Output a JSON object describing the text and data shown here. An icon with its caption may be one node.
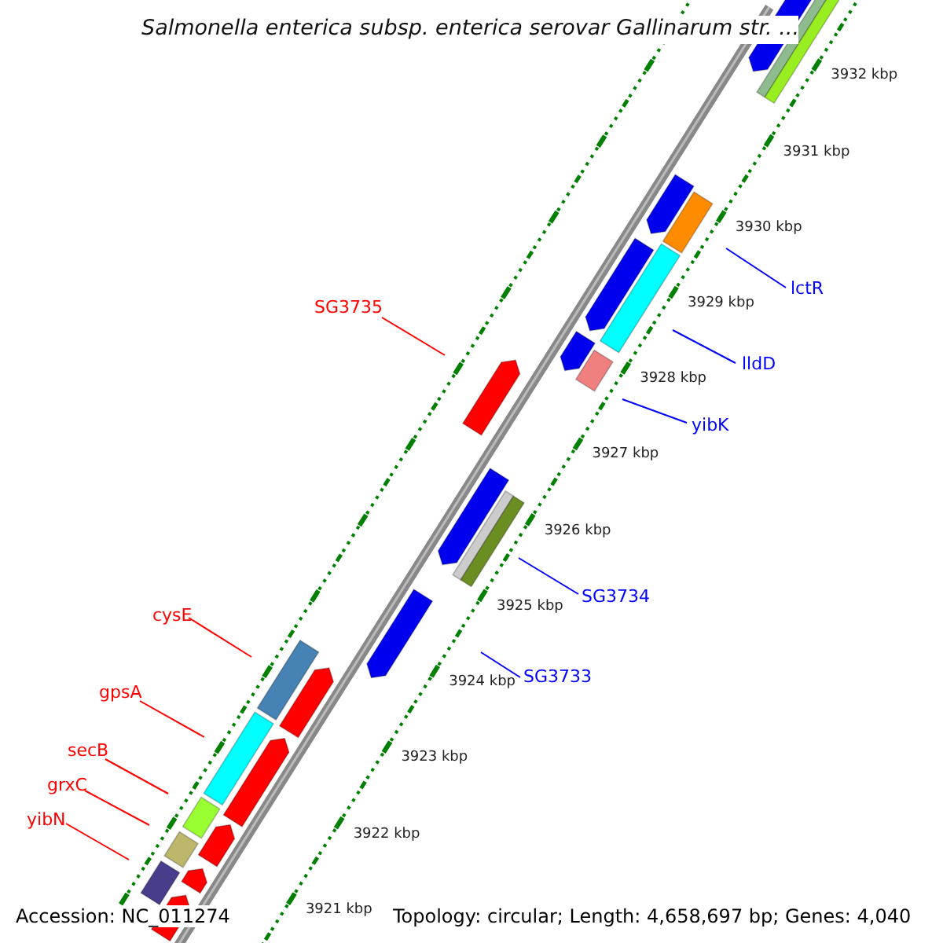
{
  "diagram": {
    "title": "Salmonella enterica subsp. enterica serovar Gallinarum str. ...",
    "nodes": [
      {
        "text": [
          "lctR"
        ]
      },
      {
        "text": [
          "lldD"
        ]
      },
      {
        "text": [
          "yibK"
        ]
      },
      {
        "text": [
          "SG3735"
        ]
      },
      {
        "text": [
          "SG3734"
        ]
      },
      {
        "text": [
          "SG3733"
        ]
      },
      {
        "text": [
          "cysE"
        ]
      },
      {
        "text": [
          "gpsA"
        ]
      },
      {
        "text": [
          "secB"
        ]
      },
      {
        "text": [
          "grxC"
        ]
      },
      {
        "text": [
          "yibN"
        ]
      }
    ],
    "edges": [
      {
        "from": 0,
        "to": null,
        "arrow": "none",
        "color": "#0000ff"
      },
      {
        "from": 1,
        "to": null,
        "arrow": "none",
        "color": "#0000ff"
      },
      {
        "from": 2,
        "to": null,
        "arrow": "none",
        "color": "#0000ff"
      },
      {
        "from": 3,
        "to": null,
        "arrow": "none"
      },
      {
        "from": 4,
        "to": null,
        "arrow": "none",
        "color": "#0000ff"
      },
      {
        "from": 5,
        "to": null,
        "arrow": "none",
        "color": "#0000ff"
      },
      {
        "from": 6,
        "to": null,
        "arrow": "none"
      },
      {
        "from": 7,
        "to": null,
        "arrow": "none"
      },
      {
        "from": 8,
        "to": null,
        "arrow": "none"
      },
      {
        "from": 9,
        "to": null,
        "arrow": "none"
      },
      {
        "from": 10,
        "to": null,
        "arrow": "none"
      }
    ],
    "labels": [
      "3932 kbp",
      "3931 kbp",
      "3930 kbp",
      "3929 kbp",
      "3928 kbp",
      "3927 kbp",
      "3926 kbp",
      "3925 kbp",
      "3924 kbp",
      "3923 kbp",
      "3922 kbp",
      "3921 kbp",
      "Accession: NC_011274",
      "Topology: circular; Length: 4,658,697 bp; Genes: 4,040"
    ]
  }
}
